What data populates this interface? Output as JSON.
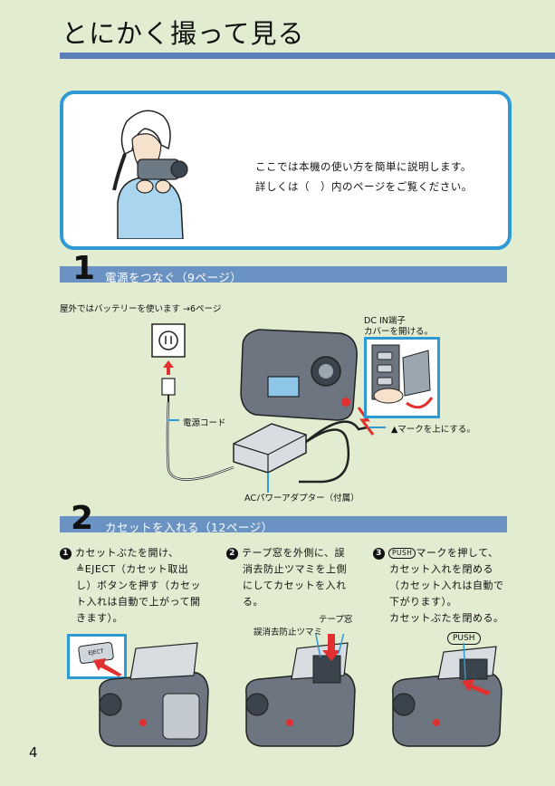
{
  "title": "とにかく撮って見る",
  "intro": {
    "line1": "ここでは本機の使い方を簡単に説明します。",
    "line2": "詳しくは（　）内のページをご覧ください。"
  },
  "section1": {
    "number": "1",
    "label": "電源をつなぐ（9ページ）",
    "note": "屋外ではバッテリーを使います →6ページ",
    "callout_dcin_1": "DC IN端子",
    "callout_dcin_2": "カバーを開ける。",
    "callout_cord": "電源コード",
    "callout_mark": "▲マークを上にする。",
    "callout_adapter": "ACパワーアダプター（付属）"
  },
  "section2": {
    "number": "2",
    "label": "カセットを入れる（12ページ）",
    "step1": {
      "num": "1",
      "lines": [
        "カセットぶたを開け、",
        "≜EJECT（カセット取出",
        "し）ボタンを押す（カセッ",
        "ト入れは自動で上がって開",
        "きます）。"
      ]
    },
    "step2": {
      "num": "2",
      "lines": [
        "テープ窓を外側に、誤",
        "消去防止ツマミを上側",
        "にしてカセットを入れ",
        "る。"
      ]
    },
    "step3": {
      "num": "3",
      "push": "PUSH",
      "line1_suffix": "マークを押して、",
      "lines": [
        "カセット入れを閉める",
        "（カセット入れは自動で",
        "下がります）。",
        "カセットぶたを閉める。"
      ]
    },
    "eject_label": "EJECT",
    "callout_tape_window": "テープ窓",
    "callout_erase_tab": "誤消去防止ツマミ",
    "callout_push": "PUSH"
  },
  "page_number": "4",
  "colors": {
    "background": "#e1ecd0",
    "accent_blue": "#2d9ad4",
    "section_bar": "#6a93c4"
  }
}
